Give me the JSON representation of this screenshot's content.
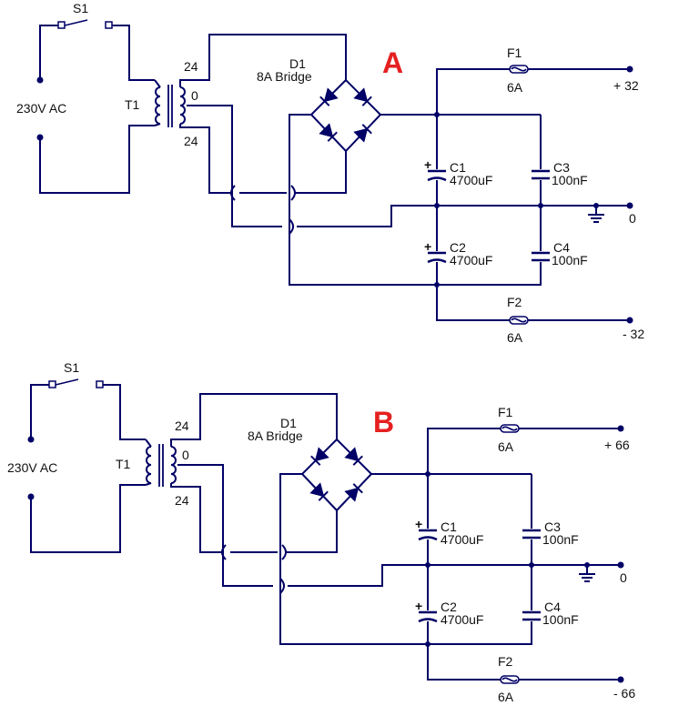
{
  "colors": {
    "wire": "#000066",
    "section_label": "#e52020",
    "text": "#111111"
  },
  "icons": [
    "switch-icon",
    "transformer-icon",
    "diode-bridge-icon",
    "fuse-icon",
    "capacitor-icon",
    "ground-icon",
    "terminal-icon"
  ],
  "circuits": [
    {
      "section_label": "A",
      "switch_label": "S1",
      "ac_label": "230V AC",
      "transformer_label": "T1",
      "tap_top": "24",
      "tap_center": "0",
      "tap_bottom": "24",
      "bridge_name": "D1",
      "bridge_rating": "8A Bridge",
      "fuse1_name": "F1",
      "fuse1_rating": "6A",
      "fuse2_name": "F2",
      "fuse2_rating": "6A",
      "c1_name": "C1",
      "c1_value": "4700uF",
      "c2_name": "C2",
      "c2_value": "4700uF",
      "c3_name": "C3",
      "c3_value": "100nF",
      "c4_name": "C4",
      "c4_value": "100nF",
      "out_pos": "+ 32",
      "out_zero": "0",
      "out_neg": "- 32"
    },
    {
      "section_label": "B",
      "switch_label": "S1",
      "ac_label": "230V AC",
      "transformer_label": "T1",
      "tap_top": "24",
      "tap_center": "0",
      "tap_bottom": "24",
      "bridge_name": "D1",
      "bridge_rating": "8A Bridge",
      "fuse1_name": "F1",
      "fuse1_rating": "6A",
      "fuse2_name": "F2",
      "fuse2_rating": "6A",
      "c1_name": "C1",
      "c1_value": "4700uF",
      "c2_name": "C2",
      "c2_value": "4700uF",
      "c3_name": "C3",
      "c3_value": "100nF",
      "c4_name": "C4",
      "c4_value": "100nF",
      "out_pos": "+ 66",
      "out_zero": "0",
      "out_neg": "- 66"
    }
  ]
}
